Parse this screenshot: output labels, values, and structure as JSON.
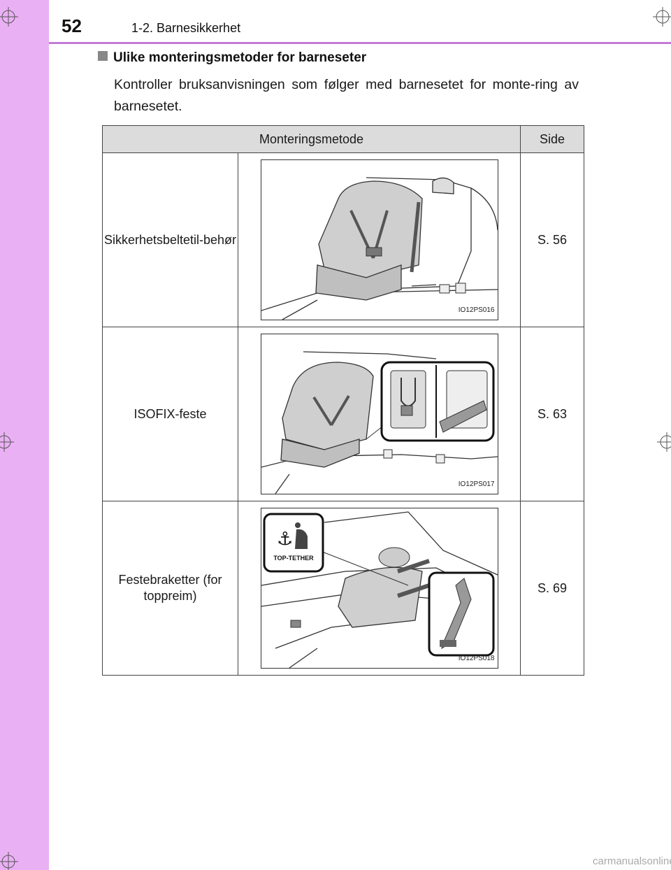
{
  "header": {
    "page_number": "52",
    "section": "1-2. Barnesikkerhet"
  },
  "heading": "Ulike monteringsmetoder for barneseter",
  "intro": "Kontroller bruksanvisningen som følger med barnesetet for monte-ring av barnesetet.",
  "table": {
    "col_method": "Monteringsmetode",
    "col_page": "Side",
    "rows": [
      {
        "method": "Sikkerhetsbeltetil-behør",
        "figure_id": "IO12PS016",
        "page": "S. 56"
      },
      {
        "method": "ISOFIX-feste",
        "figure_id": "IO12PS017",
        "page": "S. 63"
      },
      {
        "method": "Festebraketter (for toppreim)",
        "figure_id": "IO12PS018",
        "page": "S. 69",
        "badge": "TOP-TETHER"
      }
    ]
  },
  "footer": "carmanualsonline.info"
}
